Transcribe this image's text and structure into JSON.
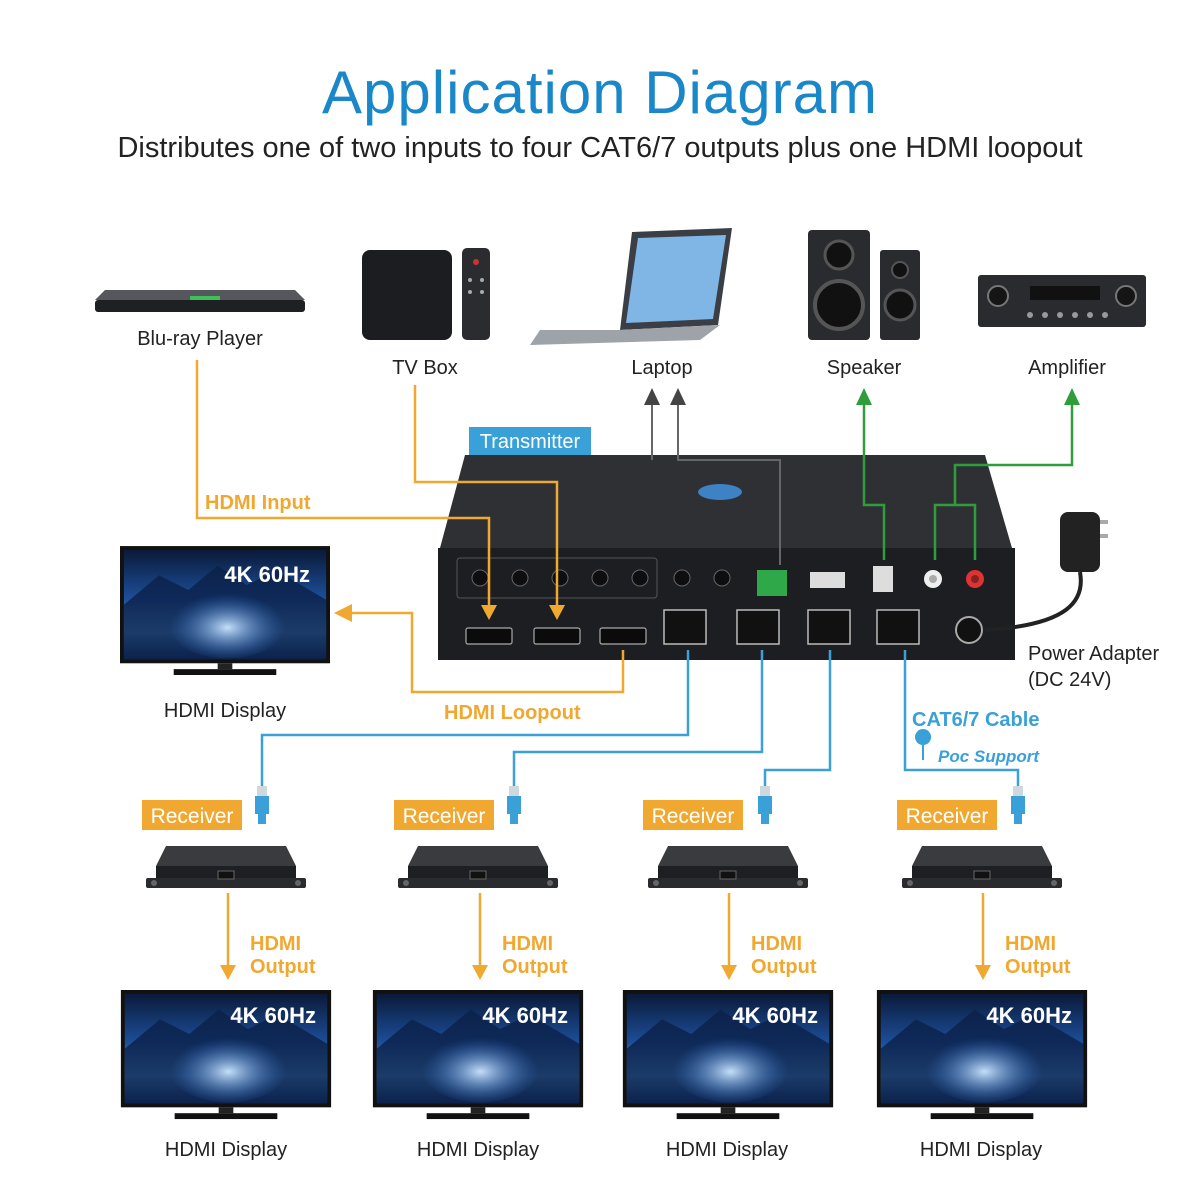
{
  "title": "Application Diagram",
  "subtitle": "Distributes one of two inputs to four CAT6/7 outputs plus one HDMI loopout",
  "devices": {
    "bluray": "Blu-ray Player",
    "tvbox": "TV Box",
    "laptop": "Laptop",
    "speaker": "Speaker",
    "amplifier": "Amplifier"
  },
  "transmitter_label": "Transmitter",
  "hdmi_input_label": "HDMI Input",
  "hdmi_loopout_label": "HDMI Loopout",
  "cat_cable_label": "CAT6/7 Cable",
  "poc_label": "Poc Support",
  "power_adapter_line1": "Power Adapter",
  "power_adapter_line2": "(DC 24V)",
  "display_badge": "4K 60Hz",
  "display_label": "HDMI Display",
  "receiver_label": "Receiver",
  "hdmi_output_line1": "HDMI",
  "hdmi_output_line2": "Output",
  "colors": {
    "title_blue": "#1a87c9",
    "orange": "#f0a830",
    "green": "#2f9e3a",
    "cable_blue": "#3aa0d8",
    "device_dark": "#2a2b2e"
  }
}
